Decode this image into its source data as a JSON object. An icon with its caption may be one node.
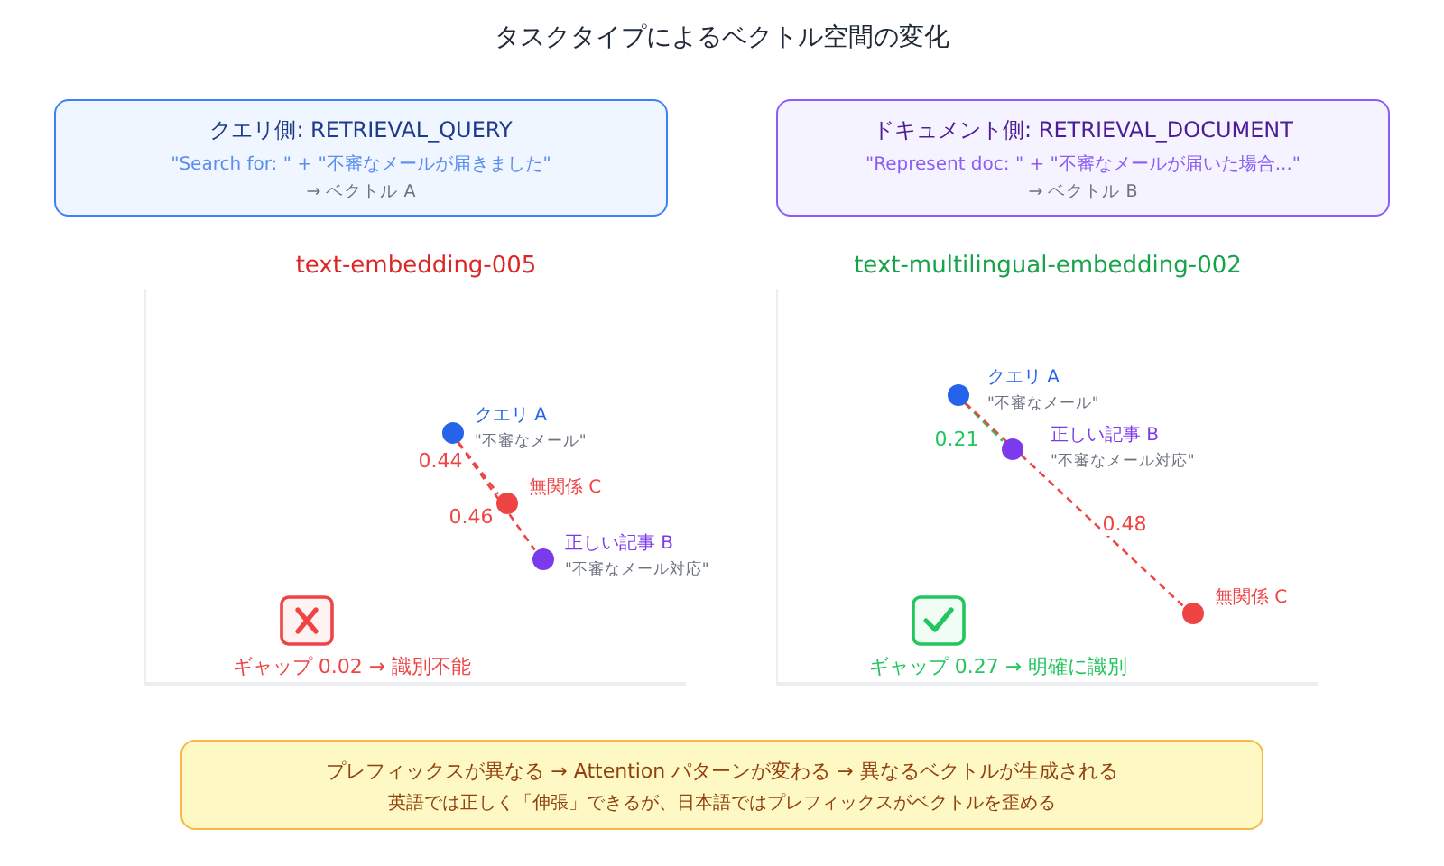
{
  "diagram": {
    "title": "タスクタイプによるベクトル空間の変化",
    "nodes": [
      {
        "text": [
          "クエリ側: RETRIEVAL_QUERY",
          "\"Search for: \" + \"不審なメールが届きました\"",
          "→ ベクトル A"
        ]
      },
      {
        "text": [
          "ドキュメント側: RETRIEVAL_DOCUMENT",
          "\"Represent doc: \" + \"不審なメールが届いた場合...\"",
          "→ ベクトル B"
        ]
      },
      {
        "text": [
          "text-embedding-005"
        ]
      },
      {
        "text": [],
        "shape": "circle",
        "in": 2,
        "beside": [
          "クエリ A",
          "\"不審なメール\""
        ]
      },
      {
        "text": [],
        "shape": "circle",
        "in": 2,
        "beside": [
          "無関係 C"
        ]
      },
      {
        "text": [],
        "shape": "circle",
        "in": 2,
        "beside": [
          "正しい記事 B",
          "\"不審なメール対応\""
        ]
      },
      {
        "text": [
          "text-multilingual-embedding-002"
        ]
      },
      {
        "text": [],
        "shape": "circle",
        "in": 6,
        "beside": [
          "クエリ A",
          "\"不審なメール\""
        ]
      },
      {
        "text": [],
        "shape": "circle",
        "in": 6,
        "beside": [
          "正しい記事 B",
          "\"不審なメール対応\""
        ]
      },
      {
        "text": [],
        "shape": "circle",
        "in": 6,
        "beside": [
          "無関係 C"
        ]
      },
      {
        "text": [
          "プレフィックスが異なる → Attention パターンが変わる → 異なるベクトルが生成される",
          "英語では正しく「伸張」できるが、日本語ではプレフィックスがベクトルを歪める"
        ]
      }
    ],
    "edges": [
      {
        "from": 3,
        "to": 4,
        "arrow": "none",
        "style": "dashed",
        "label": "0.44"
      },
      {
        "from": 3,
        "to": 5,
        "arrow": "none",
        "style": "dashed",
        "label": "0.46"
      },
      {
        "from": 7,
        "to": 8,
        "arrow": "none",
        "style": "dashed",
        "label": "0.21",
        "color": "#22c55e"
      },
      {
        "from": 7,
        "to": 9,
        "arrow": "none",
        "style": "dashed",
        "label": "0.48"
      }
    ],
    "labels": [
      "ギャップ 0.02 → 識別不能",
      "ギャップ 0.27 → 明確に識別"
    ]
  }
}
